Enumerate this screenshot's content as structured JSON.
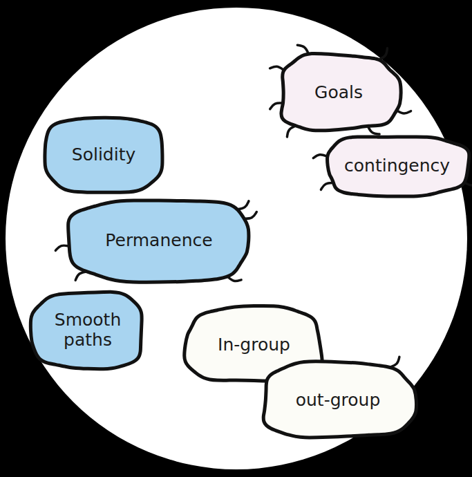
{
  "diagram": {
    "nodes": [
      {
        "text": [
          "Goals"
        ]
      },
      {
        "text": [
          "contingency"
        ]
      },
      {
        "text": [
          "Solidity"
        ]
      },
      {
        "text": [
          "Permanence"
        ]
      },
      {
        "text": [
          "Smooth paths"
        ]
      },
      {
        "text": [
          "In-group"
        ]
      },
      {
        "text": [
          "out-group"
        ]
      }
    ]
  }
}
